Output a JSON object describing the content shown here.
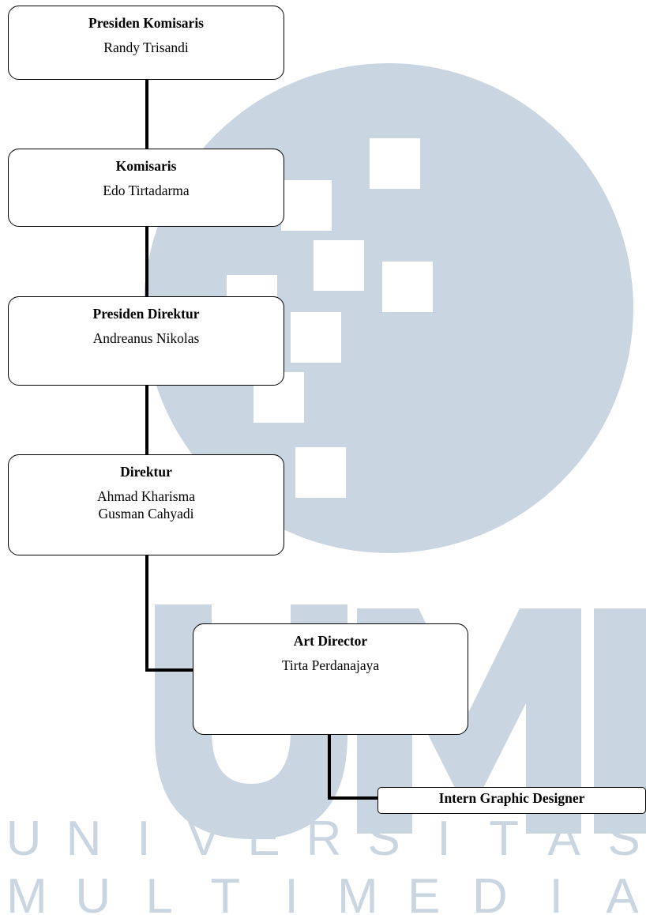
{
  "org_chart": {
    "presiden_komisaris": {
      "role": "Presiden Komisaris",
      "name": "Randy Trisandi"
    },
    "komisaris": {
      "role": "Komisaris",
      "name": "Edo Tirtadarma"
    },
    "presiden_direktur": {
      "role": "Presiden Direktur",
      "name": "Andreanus Nikolas"
    },
    "direktur": {
      "role": "Direktur",
      "names": [
        "Ahmad Kharisma",
        "Gusman Cahyadi"
      ]
    },
    "art_director": {
      "role": "Art Director",
      "name": "Tirta Perdanajaya"
    },
    "intern": {
      "role": "Intern Graphic Designer"
    }
  },
  "watermark": {
    "letters_top": [
      "U",
      "N",
      "I",
      "V",
      "E",
      "R",
      "S",
      "I",
      "T",
      "A",
      "S"
    ],
    "letters_bottom": [
      "M",
      "U",
      "L",
      "T",
      "I",
      "M",
      "E",
      "D",
      "I",
      "A"
    ],
    "color": "#c9d6e2"
  }
}
